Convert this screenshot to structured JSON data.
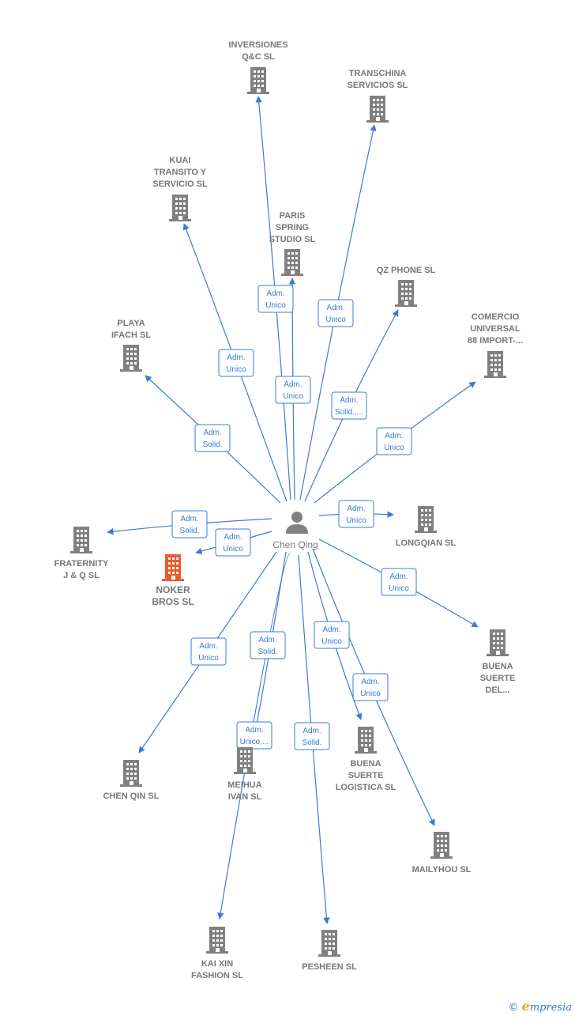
{
  "colors": {
    "edge": "#3a7bd5",
    "building": "#808080",
    "building_main": "#f05a28",
    "person": "#808080",
    "label": "#777777"
  },
  "center": {
    "name": "Chen Qing",
    "icon": "person-icon"
  },
  "companies": [
    {
      "id": "inversiones",
      "lines": [
        "INVERSIONES",
        "Q&C  SL"
      ],
      "role": [
        "Adm.",
        "Unico"
      ]
    },
    {
      "id": "transchina",
      "lines": [
        "TRANSCHINA",
        "SERVICIOS SL"
      ],
      "role": [
        "Adm.",
        "Unico"
      ]
    },
    {
      "id": "kuai",
      "lines": [
        "KUAI",
        "TRANSITO Y",
        "SERVICIO SL"
      ],
      "role": [
        "Adm.",
        "Unico"
      ]
    },
    {
      "id": "paris",
      "lines": [
        "PARIS",
        "SPRING",
        "STUDIO SL"
      ],
      "role": [
        "Adm.",
        "Unico"
      ]
    },
    {
      "id": "qzphone",
      "lines": [
        "QZ PHONE  SL"
      ],
      "role": [
        "Adm.",
        "Solid.,..."
      ]
    },
    {
      "id": "comercio",
      "lines": [
        "COMERCIO",
        "UNIVERSAL",
        "88 IMPORT-..."
      ],
      "role": [
        "Adm.",
        "Unico"
      ]
    },
    {
      "id": "playa",
      "lines": [
        "PLAYA",
        "IFACH  SL"
      ],
      "role": [
        "Adm.",
        "Solid."
      ]
    },
    {
      "id": "longqian",
      "lines": [
        "LONGQIAN SL"
      ],
      "role": [
        "Adm.",
        "Unico"
      ]
    },
    {
      "id": "fraternity",
      "lines": [
        "FRATERNITY",
        "J & Q  SL"
      ],
      "role": [
        "Adm.",
        "Solid."
      ]
    },
    {
      "id": "noker",
      "lines": [
        "NOKER",
        "BROS  SL"
      ],
      "role": [
        "Adm.",
        "Unico"
      ],
      "main": true
    },
    {
      "id": "buenasuerte",
      "lines": [
        "BUENA",
        "SUERTE",
        "DEL..."
      ],
      "role": [
        "Adm.",
        "Unico"
      ]
    },
    {
      "id": "chenqin",
      "lines": [
        "CHEN QIN SL"
      ],
      "role": [
        "Adm.",
        "Unico"
      ]
    },
    {
      "id": "meihua",
      "lines": [
        "MEIHUA",
        "IVAN  SL"
      ],
      "role": [
        "Adm.",
        "Unico,..."
      ]
    },
    {
      "id": "buenalog",
      "lines": [
        "BUENA",
        "SUERTE",
        "LOGISTICA SL"
      ],
      "role": [
        "Adm.",
        "Unico"
      ]
    },
    {
      "id": "mailyhou",
      "lines": [
        "MAILYHOU SL"
      ],
      "role": [
        "Adm.",
        "Unico"
      ]
    },
    {
      "id": "kaixin",
      "lines": [
        "KAI XIN",
        "FASHION SL"
      ],
      "role": [
        "Adm.",
        "Solid."
      ]
    },
    {
      "id": "pesheen",
      "lines": [
        "PESHEEN  SL"
      ],
      "role": [
        "Adm.",
        "Solid."
      ]
    }
  ],
  "footer": {
    "copyright": "©",
    "brand_initial": "e",
    "brand_rest": "mpresia"
  }
}
